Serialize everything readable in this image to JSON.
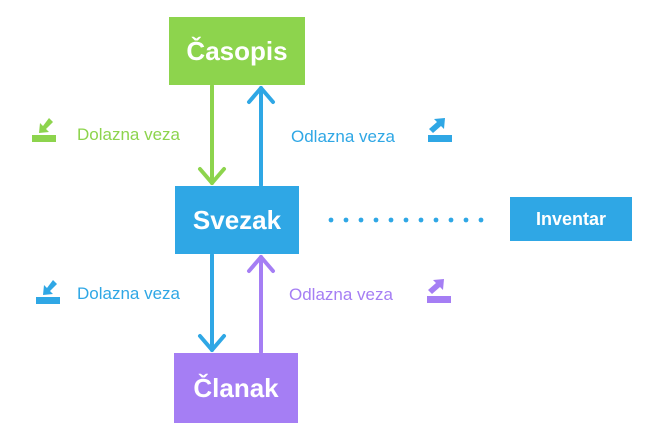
{
  "nodes": {
    "casopis": "Časopis",
    "svezak": "Svezak",
    "clanak": "Članak",
    "inventar": "Inventar"
  },
  "relations": {
    "top_incoming": "Dolazna veza",
    "top_outgoing": "Odlazna veza",
    "bottom_incoming": "Dolazna veza",
    "bottom_outgoing": "Odlazna veza"
  },
  "icons": {
    "top_incoming": "incoming-arrow-icon",
    "top_outgoing": "outgoing-arrow-icon",
    "bottom_incoming": "incoming-arrow-icon",
    "bottom_outgoing": "outgoing-arrow-icon"
  },
  "colors": {
    "green": "#8dd44d",
    "blue": "#2fa7e5",
    "purple": "#a57ef4"
  }
}
